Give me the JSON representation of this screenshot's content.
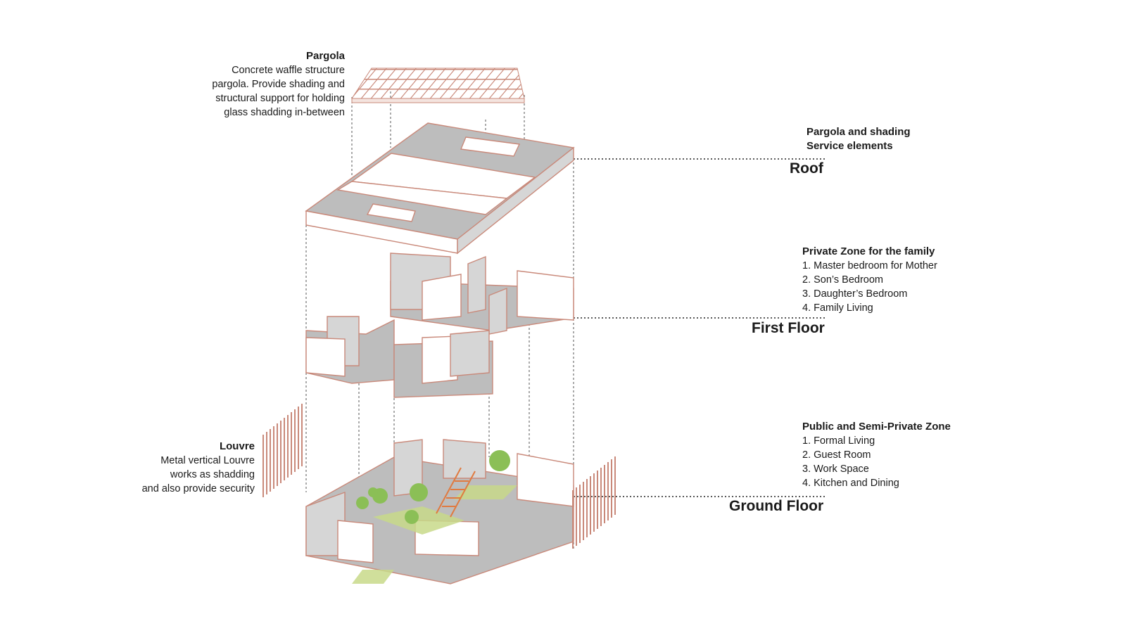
{
  "annotations": {
    "pergola": {
      "title": "Pargola",
      "lines": [
        "Concrete waffle structure",
        "pargola. Provide shading and",
        "structural support for holding",
        "glass shadding in-between"
      ]
    },
    "louvre": {
      "title": "Louvre",
      "lines": [
        "Metal vertical Louvre",
        "works as shadding",
        "and also provide security"
      ]
    }
  },
  "floors": {
    "roof": {
      "label": "Roof",
      "lines": [
        "Pargola and shading",
        "Service elements"
      ]
    },
    "first": {
      "label": "First Floor",
      "heading": "Private Zone for the family",
      "items": [
        "1. Master bedroom for Mother",
        "2. Son’s Bedroom",
        "3. Daughter’s Bedroom",
        "4. Family Living"
      ]
    },
    "ground": {
      "label": "Ground Floor",
      "heading": "Public and Semi-Private Zone",
      "items": [
        "1. Formal Living",
        "2. Guest Room",
        "3. Work Space",
        "4. Kitchen and Dining"
      ]
    }
  },
  "colors": {
    "outline": "#c9897a",
    "floor_fill": "#bdbdbd",
    "wall_fill": "#d6d6d6",
    "grass": "#c8d98a",
    "stair": "#e07a40",
    "tree": "#8bbf56",
    "leader": "#333333"
  }
}
